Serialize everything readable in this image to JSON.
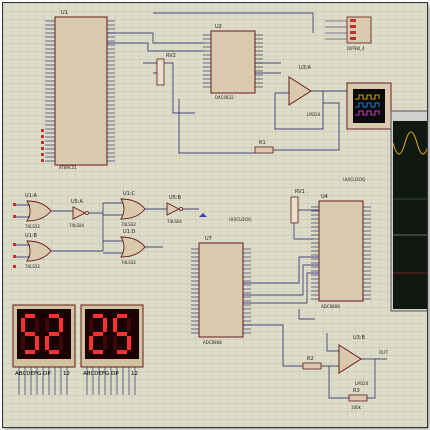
{
  "schematic": {
    "mcu": {
      "ref": "U1",
      "part": "AT89C51"
    },
    "dac": {
      "ref": "U2",
      "part": "DAC0832"
    },
    "opamp_a": {
      "ref": "U3:A",
      "part": "LM324"
    },
    "opamp_b": {
      "ref": "U3:B",
      "part": "LM324"
    },
    "adc_top": {
      "ref": "U4",
      "part": "ADC0808"
    },
    "adc_bottom": {
      "ref": "U7",
      "part": "ADC0808"
    },
    "gate_u1a": {
      "ref": "U1:A",
      "part": "74LS32"
    },
    "gate_u1b": {
      "ref": "U1:B",
      "part": "74LS32"
    },
    "gate_u1c": {
      "ref": "U1:C",
      "part": "74LS32"
    },
    "gate_u1d": {
      "ref": "U1:D",
      "part": "74LS32"
    },
    "inv_u5a": {
      "ref": "U5:A",
      "part": "74LS04"
    },
    "inv_u5b": {
      "ref": "U5:B",
      "part": "74LS04"
    },
    "rv1": "RV1",
    "rv2": "RV2",
    "r1": "R1",
    "r2": "R2",
    "r3": "R3",
    "r3_value": "100k",
    "switch": "DIPSW_4",
    "clock_top": "UU(CLOCK)",
    "clock_mid": "UU(CLOCK)",
    "clock_bottom": "CLOCK",
    "out_label": "OUT"
  },
  "displays": {
    "left": {
      "digits": [
        "5",
        "2"
      ],
      "label": "ABCDEFG DP",
      "pins": "12"
    },
    "right": {
      "digits": [
        "2",
        "5"
      ],
      "label": "ABCDEFG DP",
      "pins": "12"
    }
  },
  "colors": {
    "wire": "#1a1a66",
    "chip_fill": "#d9c9ad",
    "segment_on": "#ff3030",
    "display_bg": "#1a0000",
    "scope_bg": "#101810",
    "scope_trace": "#e0b020"
  }
}
